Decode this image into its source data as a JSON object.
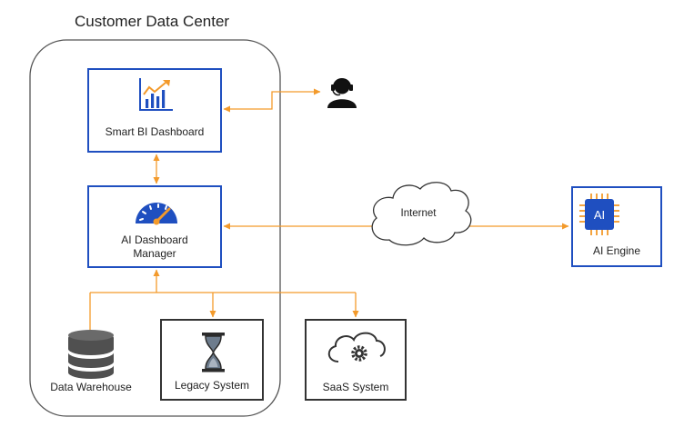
{
  "diagram": {
    "group_title": "Customer Data Center",
    "nodes": {
      "smart_bi": {
        "label": "Smart BI Dashboard",
        "icon": "bar-chart-trend-icon"
      },
      "ai_manager": {
        "label_line1": "AI Dashboard",
        "label_line2": "Manager",
        "icon": "speedometer-gauge-icon"
      },
      "ai_engine": {
        "label": "AI Engine",
        "icon": "ai-chip-icon",
        "chip_text": "AI"
      },
      "data_warehouse": {
        "label": "Data Warehouse",
        "icon": "database-icon"
      },
      "legacy_system": {
        "label": "Legacy System",
        "icon": "hourglass-icon"
      },
      "saas_system": {
        "label": "SaaS System",
        "icon": "cloud-gear-icon"
      },
      "user": {
        "icon": "support-agent-icon"
      },
      "internet": {
        "label": "Internet",
        "icon": "cloud-icon"
      }
    },
    "colors": {
      "accent_blue": "#1f4fc0",
      "connector_orange": "#f39a2b",
      "border_dark": "#333333",
      "text": "#222222"
    }
  }
}
